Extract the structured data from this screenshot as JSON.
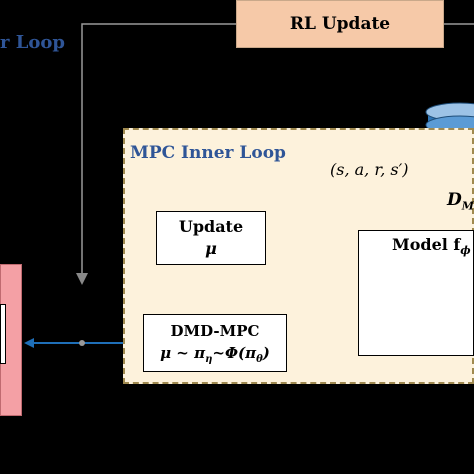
{
  "rl_update": {
    "label": "RL Update"
  },
  "outer_loop": {
    "label": "r Loop"
  },
  "inner_loop": {
    "label": "MPC Inner Loop"
  },
  "transition": {
    "label": "(s, a, r, s′)"
  },
  "dataset": {
    "label": "D",
    "subscript": "M"
  },
  "update_block": {
    "line1": "Update",
    "line2": "μ"
  },
  "dmd_block": {
    "line1": "DMD-MPC",
    "line2": "μ ~ π",
    "sub_eta": "η",
    "line2b": "~Φ(π",
    "sub_theta": "θ",
    "line2c": ")"
  },
  "model_block": {
    "label": "Model f",
    "subscript": "ϕ"
  },
  "colors": {
    "accent_blue": "#2f5597",
    "arrow_blue": "#1f6fb8",
    "rl_fill": "#f6c9a8",
    "inner_fill": "#fdf2dc",
    "node": "#f2b619",
    "left_fill": "#f4a0a5"
  }
}
